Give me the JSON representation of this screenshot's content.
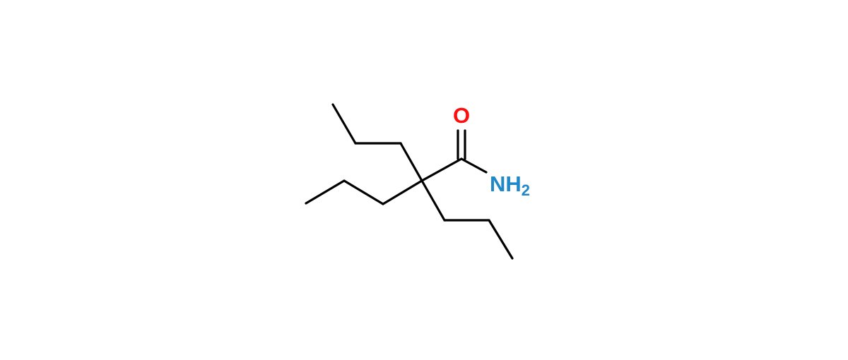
{
  "molecule": {
    "atoms": {
      "oxygen": {
        "symbol": "O",
        "color": "#ff0d0d"
      },
      "nitrogen": {
        "symbol": "NH",
        "subscript": "2",
        "color": "#1e88c9"
      }
    },
    "bond_color": "#000000"
  }
}
